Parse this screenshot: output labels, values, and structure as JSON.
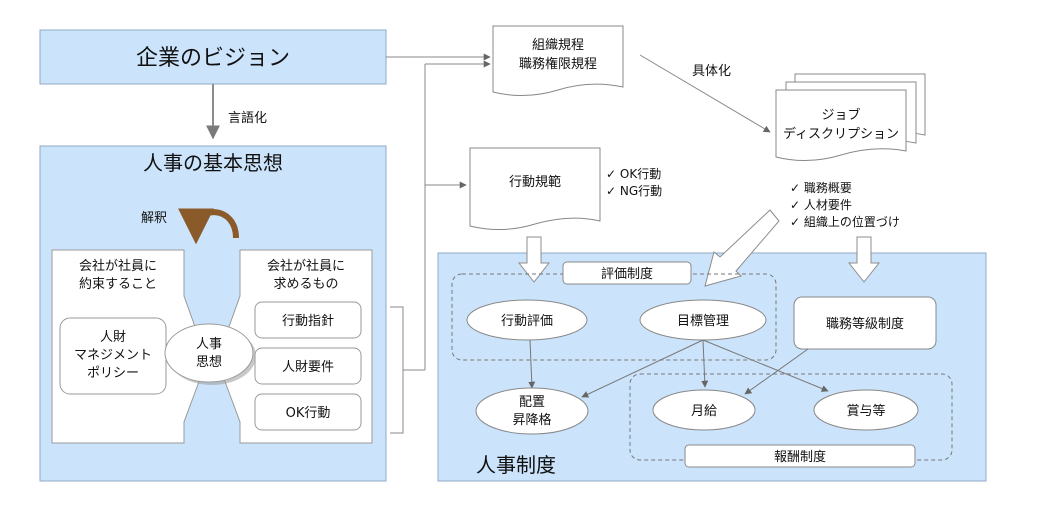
{
  "vision": "企業のビジョン",
  "verbalize": "言語化",
  "philosophy": {
    "title": "人事の基本思想",
    "interpret": "解釈",
    "promise_line1": "会社が社員に",
    "promise_line2": "約束すること",
    "demand_line1": "会社が社員に",
    "demand_line2": "求めるもの",
    "hr_policy_lines": [
      "人財",
      "マネジメント",
      "ポリシー"
    ],
    "center_lines": [
      "人事",
      "思想"
    ],
    "demands": [
      "行動指針",
      "人財要件",
      "OK行動"
    ]
  },
  "rules_lines": [
    "組織規程",
    "職務権限規程"
  ],
  "concretize": "具体化",
  "jd_lines": [
    "ジョブ",
    "ディスクリプション"
  ],
  "jd_checks": [
    "職務概要",
    "人材要件",
    "組織上の位置づけ"
  ],
  "conduct_code": "行動規範",
  "conduct_checks": [
    "OK行動",
    "NG行動"
  ],
  "hr_system": {
    "title": "人事制度",
    "eval_system": "評価制度",
    "behavior_eval": "行動評価",
    "mbo": "目標管理",
    "job_grade": "職務等級制度",
    "placement_lines": [
      "配置",
      "昇降格"
    ],
    "salary": "月給",
    "bonus": "賞与等",
    "reward_system": "報酬制度"
  },
  "colors": {
    "panel_fill": "#cce4fb",
    "panel_stroke": "#8fa8c4",
    "arrow_gray": "#8c8c8c",
    "curl_brown": "#8b5a2b"
  }
}
